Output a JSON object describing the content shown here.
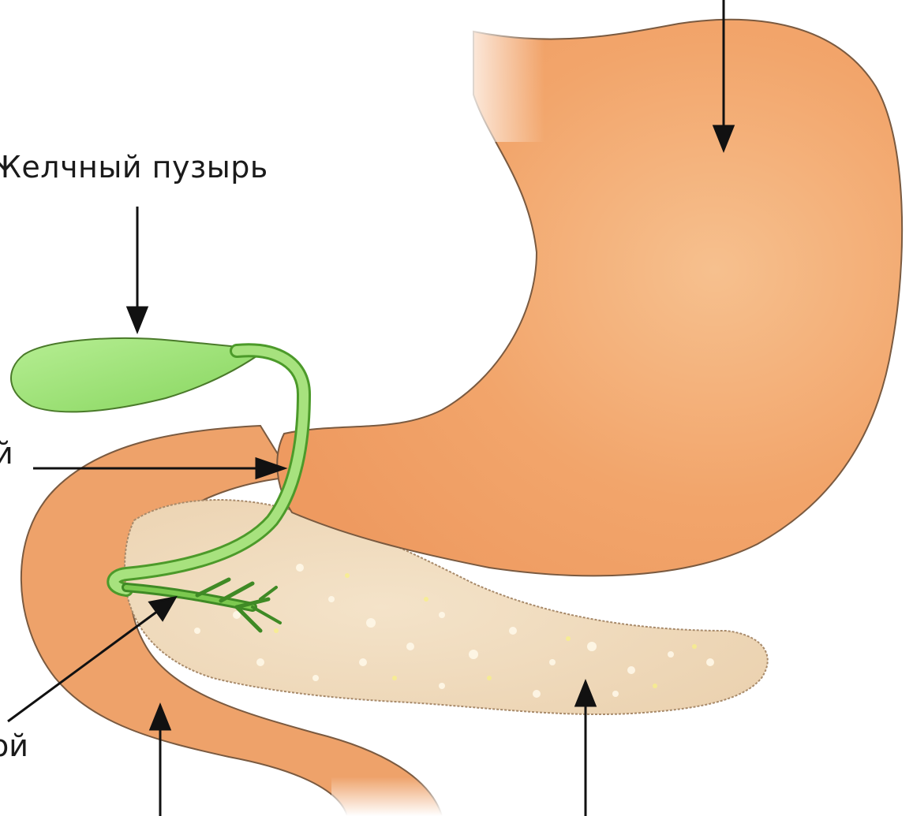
{
  "labels": {
    "gallbladder": "Желчный пузырь",
    "bile_duct_fragment": "й",
    "pancreatic_duct_fragment": "ой"
  },
  "colors": {
    "stomach": "#f2a56b",
    "stomach_light": "#f7c79b",
    "duodenum": "#eea26a",
    "gallbladder": "#9be07a",
    "duct": "#8fd45e",
    "duct_dark": "#4c9a2a",
    "pancreas": "#f1dcc0",
    "outline": "#7a5a40",
    "arrow": "#111111"
  }
}
